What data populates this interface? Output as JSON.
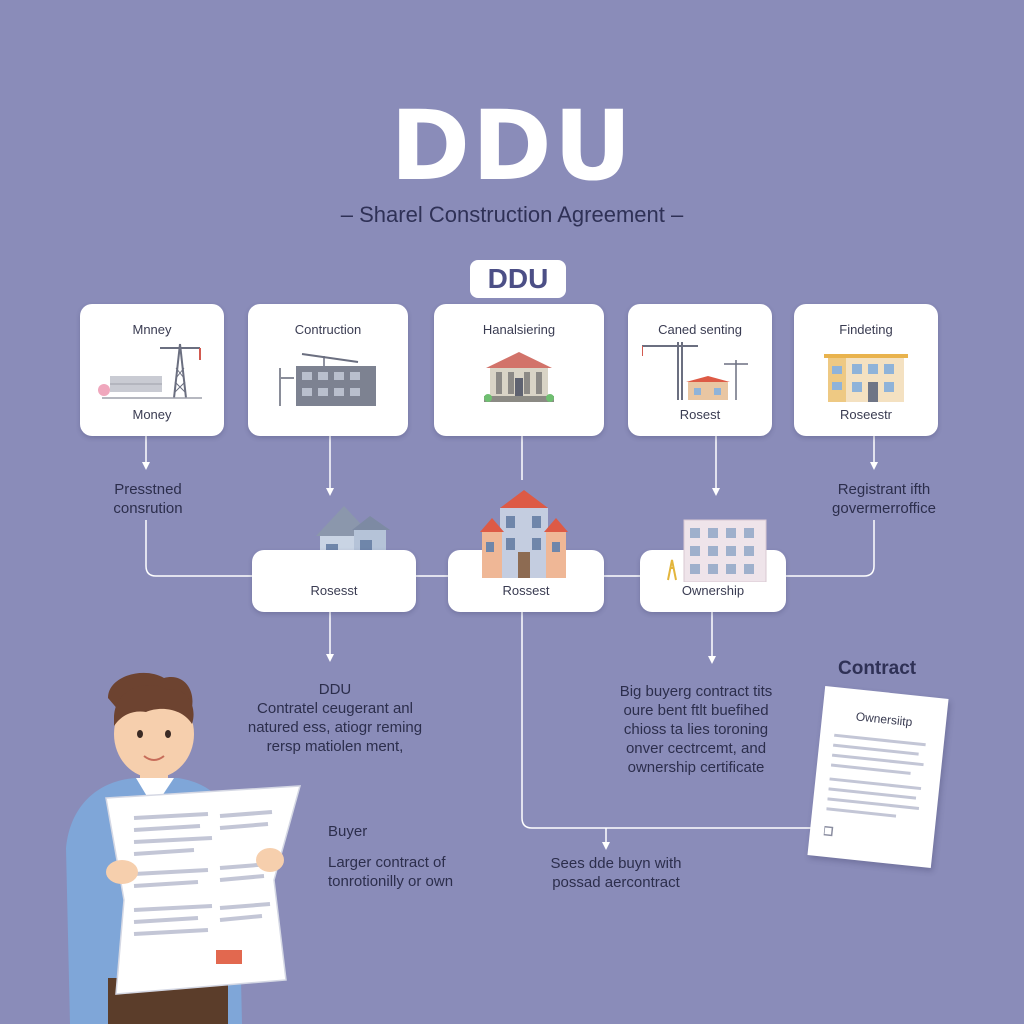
{
  "title": "DDU",
  "subtitle": "– Sharel Construction Agreement –",
  "badge": "DDU",
  "top_cards": [
    {
      "top": "Mnney",
      "bottom": "Money"
    },
    {
      "top": "Contruction",
      "bottom": ""
    },
    {
      "top": "Hanalsiering",
      "bottom": ""
    },
    {
      "top": "Caned senting",
      "bottom": "Rosest"
    },
    {
      "top": "Findeting",
      "bottom": "Roseestr"
    }
  ],
  "side_notes": {
    "left": [
      "Presstned",
      "consrution"
    ],
    "right": [
      "Registrant ifth",
      "govermerroffice"
    ]
  },
  "mid_cards": [
    "Rosesst",
    "Rossest",
    "Ownership"
  ],
  "note_ddu": [
    "DDU",
    "Contratel ceugerant anl",
    "natured ess, atiogr reming",
    "rersp matiolen ment,"
  ],
  "note_right": [
    "Big buyerg contract tits",
    "oure bent ftlt buefihed",
    "chioss ta lies toroning",
    "onver cectrcemt, and",
    "ownership certificate"
  ],
  "contract_label": "Contract",
  "contract_doc_title": "Ownersiitp",
  "buyer_note": [
    "Buyer",
    "Larger contract of",
    "tonrotionilly or own"
  ],
  "bottom_note": [
    "Sees dde buyn with",
    "possad aercontract"
  ],
  "colors": {
    "background": "#8a8cb9",
    "card": "#ffffff",
    "title": "#ffffff",
    "accent_red": "#e2684f",
    "jacket": "#7fa6d8"
  },
  "icons": [
    "crane-icon",
    "building-icon",
    "bank-icon",
    "house-icon",
    "apartment-icon",
    "person-illustration",
    "document-icon"
  ]
}
